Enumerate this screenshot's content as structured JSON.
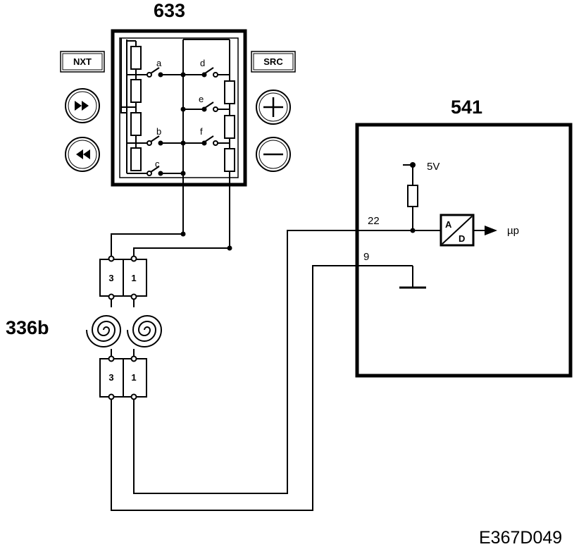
{
  "switch_block": {
    "id": "633",
    "switches": [
      "a",
      "b",
      "c",
      "d",
      "e",
      "f"
    ],
    "buttons": {
      "nxt_label": "NXT",
      "src_label": "SRC",
      "forward": "fast-forward-icon",
      "rewind": "rewind-icon",
      "plus": "plus-icon",
      "minus": "minus-icon"
    }
  },
  "clock_spring": {
    "id": "336b",
    "pins_top": [
      "3",
      "1"
    ],
    "pins_bottom": [
      "3",
      "1"
    ]
  },
  "control_unit": {
    "id": "541",
    "supply": "5V",
    "pin_signal": "22",
    "pin_ground": "9",
    "adc_a": "A",
    "adc_d": "D",
    "output": "µp"
  },
  "figure_code": "E367D049",
  "colors": {
    "line": "#000000",
    "background": "#ffffff"
  }
}
